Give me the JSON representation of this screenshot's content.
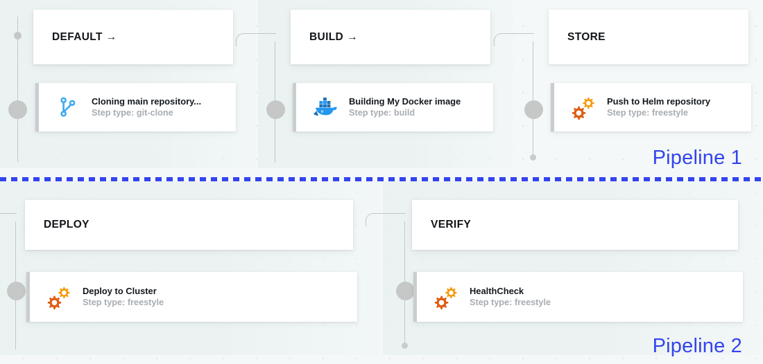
{
  "canvas": {
    "background": "#f4f8f8",
    "grid_dot_color": "#dfe8e8",
    "divider_color": "#3344ee",
    "accent_color": "#3344ee",
    "connector_color": "#c2c6c6"
  },
  "pipelines": [
    {
      "label": "Pipeline 1",
      "stages": [
        {
          "title": "DEFAULT",
          "arrow": "→",
          "has_arrow": true,
          "step": {
            "name": "Cloning main repository...",
            "type_label": "Step type: git-clone",
            "icon": "git-branch-icon"
          }
        },
        {
          "title": "BUILD",
          "arrow": "→",
          "has_arrow": true,
          "step": {
            "name": "Building My Docker image",
            "type_label": "Step type: build",
            "icon": "docker-whale-icon"
          }
        },
        {
          "title": "STORE",
          "arrow": "",
          "has_arrow": false,
          "step": {
            "name": "Push to Helm repository",
            "type_label": "Step type: freestyle",
            "icon": "gears-icon"
          }
        }
      ]
    },
    {
      "label": "Pipeline 2",
      "stages": [
        {
          "title": "DEPLOY",
          "arrow": "",
          "has_arrow": false,
          "step": {
            "name": "Deploy to Cluster",
            "type_label": "Step type: freestyle",
            "icon": "gears-icon"
          }
        },
        {
          "title": "VERIFY",
          "arrow": "",
          "has_arrow": false,
          "step": {
            "name": "HealthCheck",
            "type_label": "Step type: freestyle",
            "icon": "gears-icon"
          }
        }
      ]
    }
  ]
}
